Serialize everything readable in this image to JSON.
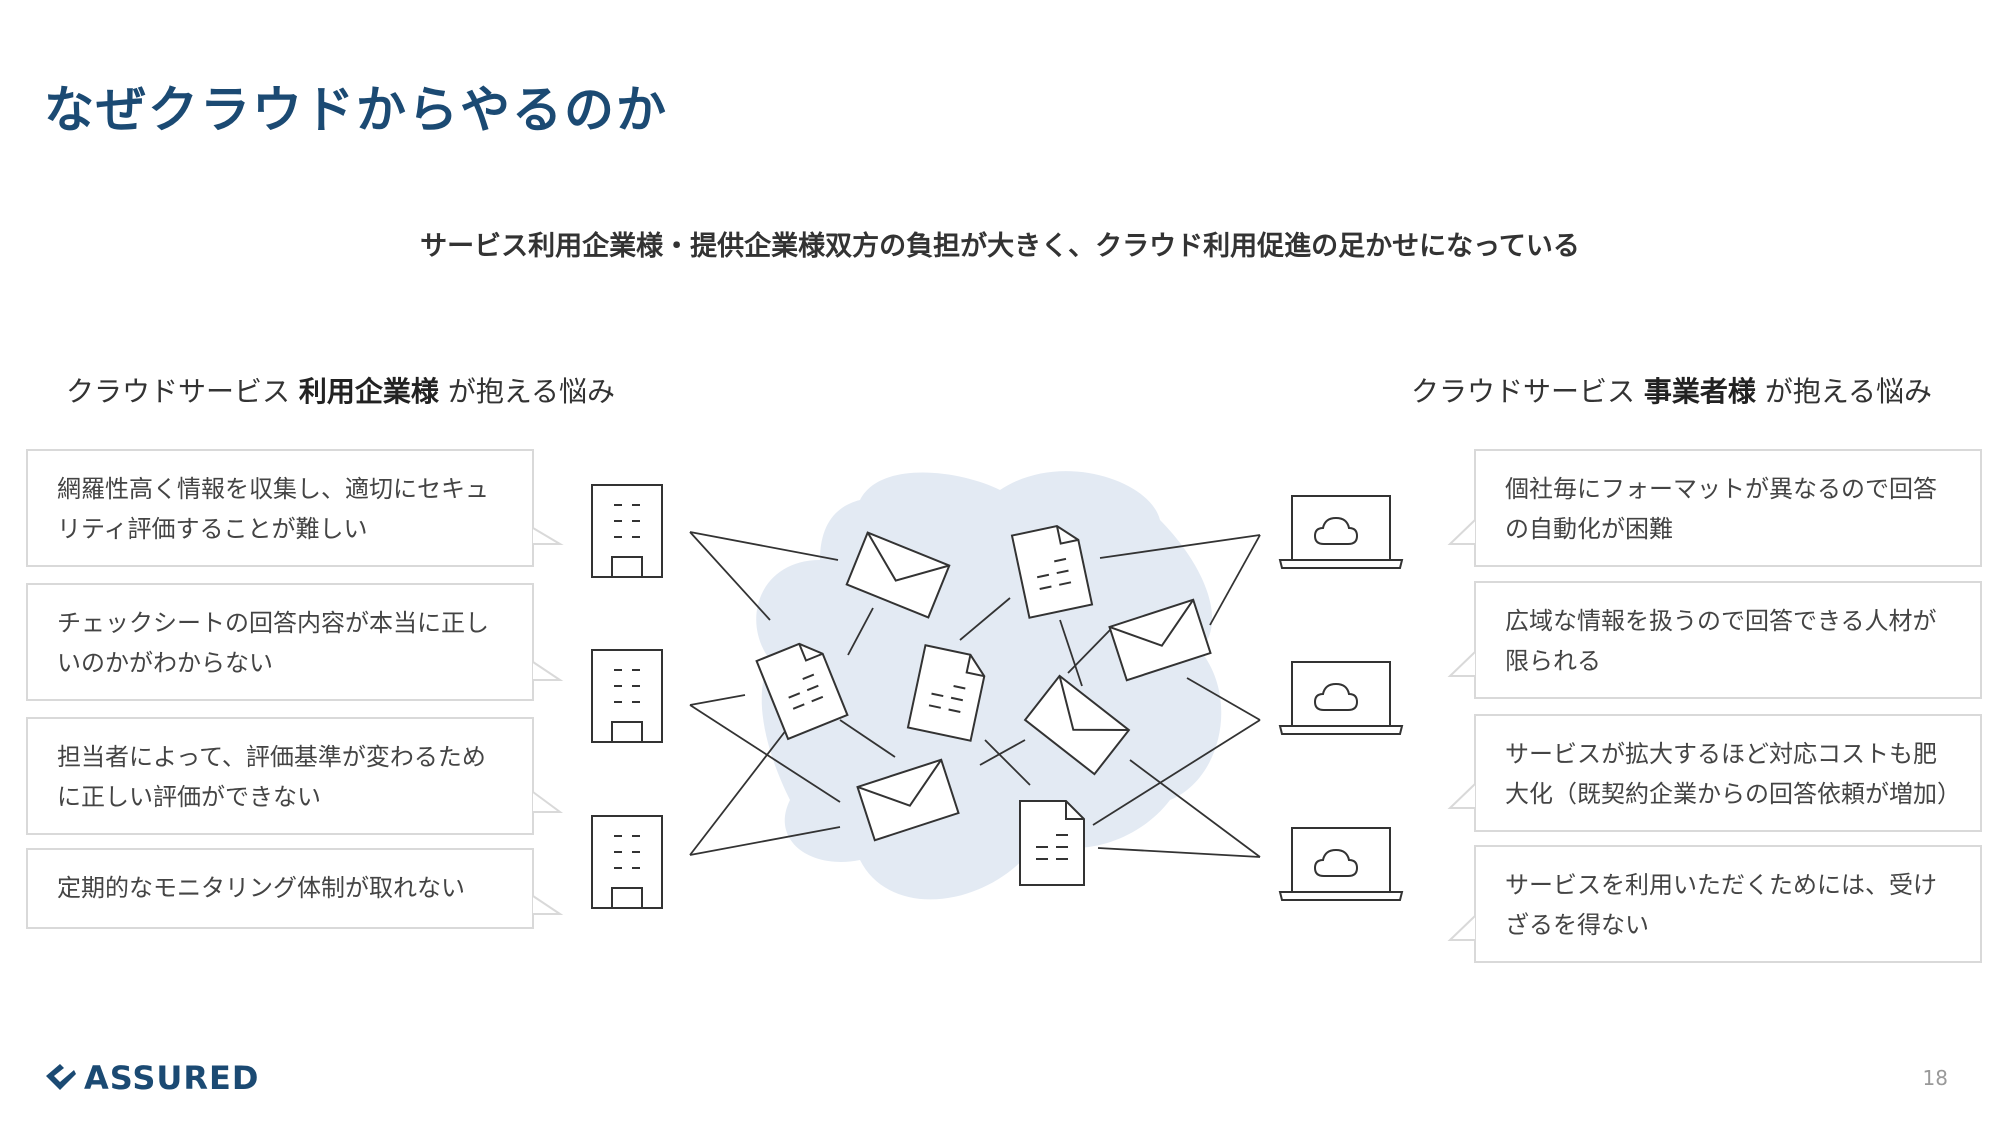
{
  "slide": {
    "title": "なぜクラウドからやるのか",
    "subtitle": "サービス利用企業様・提供企業様双方の負担が大きく、クラウド利用促進の足かせになっている",
    "page_number": "18"
  },
  "left_group": {
    "heading_prefix": "クラウドサービス ",
    "heading_bold": "利用企業様",
    "heading_suffix": " が抱える悩み",
    "items": [
      "網羅性高く情報を収集し、適切にセキュリティ評価することが難しい",
      "チェックシートの回答内容が本当に正しいのかがわからない",
      "担当者によって、評価基準が変わるために正しい評価ができない",
      "定期的なモニタリング体制が取れない"
    ]
  },
  "right_group": {
    "heading_prefix": "クラウドサービス ",
    "heading_bold": "事業者様",
    "heading_suffix": " が抱える悩み",
    "items": [
      "個社毎にフォーマットが異なるので回答の自動化が困難",
      "広域な情報を扱うので回答できる人材が限られる",
      "サービスが拡大するほど対応コストも肥大化（既契約企業からの回答依頼が増加）",
      "サービスを利用いただくためには、受けざるを得ない"
    ]
  },
  "logo": {
    "text": "ASSURED"
  },
  "colors": {
    "brand": "#1b4a73",
    "bubble_border": "#d9d9d9",
    "cloud_blob": "#e3eaf3",
    "line": "#333333"
  }
}
